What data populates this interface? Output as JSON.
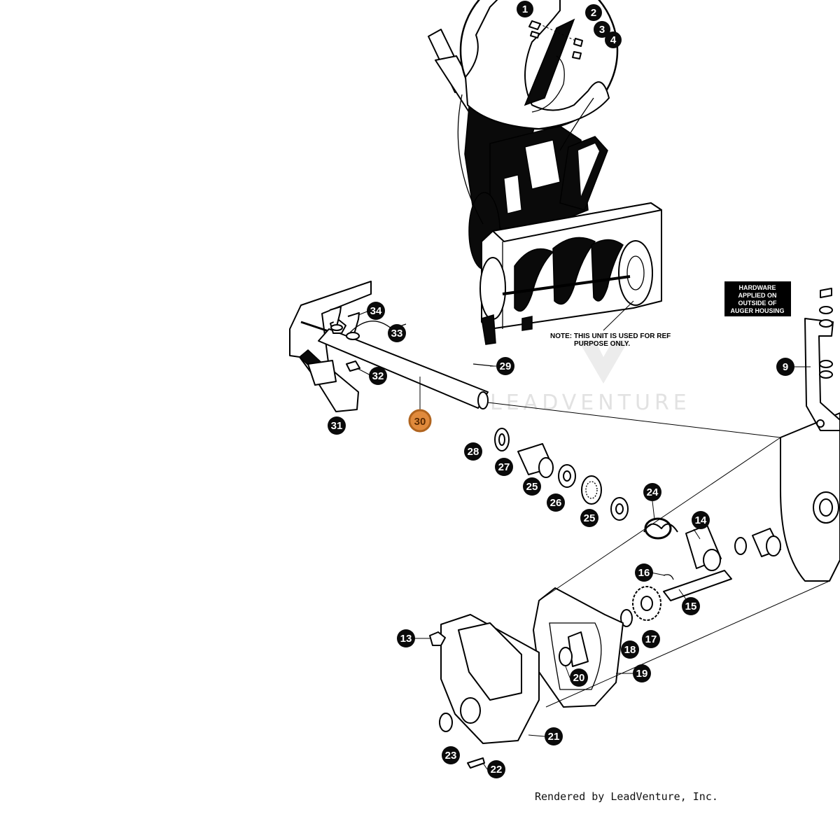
{
  "note": {
    "line1": "NOTE: THIS UNIT IS USED FOR REF",
    "line2": "PURPOSE ONLY."
  },
  "hardware_box": {
    "line1": "HARDWARE",
    "line2": "APPLIED ON",
    "line3": "OUTSIDE OF",
    "line4": "AUGER HOUSING"
  },
  "watermark": "LEADVENTURE",
  "footer": "Rendered by LeadVenture, Inc.",
  "selected_part": "30",
  "colors": {
    "callout": "#0a0a0a",
    "selected": "#e08a3c",
    "selected_ring": "#b0641e",
    "selected_text": "#5a2a00"
  },
  "callouts": {
    "c1": "1",
    "c2": "2",
    "c3": "3",
    "c4": "4",
    "c9": "9",
    "c13": "13",
    "c14": "14",
    "c15": "15",
    "c16": "16",
    "c17": "17",
    "c18": "18",
    "c19": "19",
    "c20": "20",
    "c21": "21",
    "c22": "22",
    "c23": "23",
    "c24": "24",
    "c25a": "25",
    "c25b": "25",
    "c26": "26",
    "c27": "27",
    "c28": "28",
    "c29": "29",
    "c30": "30",
    "c31": "31",
    "c32": "32",
    "c33": "33",
    "c34": "34"
  }
}
